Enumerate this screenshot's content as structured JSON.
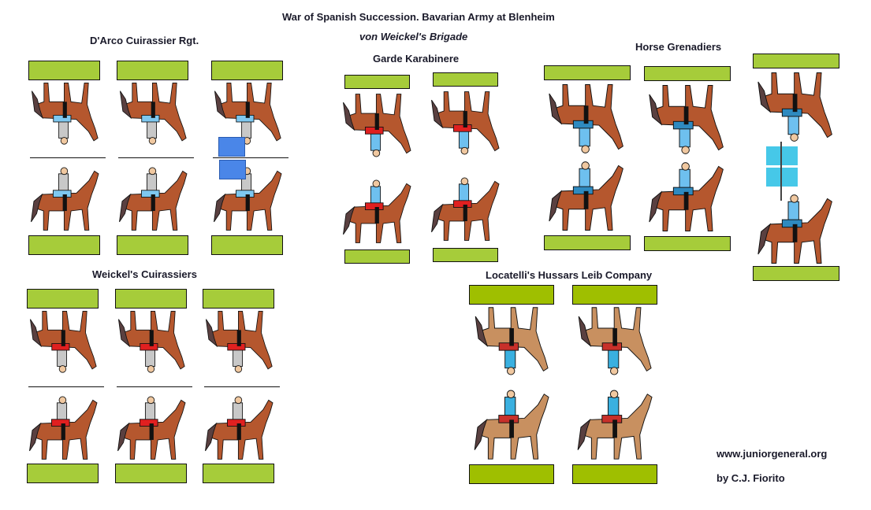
{
  "title": "War of Spanish Succession. Bavarian Army at Blenheim",
  "subtitle": "von Weickel's Brigade",
  "units": [
    {
      "name": "D'Arco Cuirassier Rgt.",
      "count": 3,
      "coat": "#c8c8c8",
      "facing": "#7ec8f0",
      "horse": "#b5572e"
    },
    {
      "name": "Garde Karabinere",
      "count": 2,
      "coat": "#6ec0ef",
      "facing": "#e02020",
      "horse": "#b5572e"
    },
    {
      "name": "Horse Grenadiers",
      "count": 3,
      "coat": "#6ec0ef",
      "facing": "#2e8ac0",
      "horse": "#b5572e"
    },
    {
      "name": "Weickel's Cuirassiers",
      "count": 3,
      "coat": "#c8c8c8",
      "facing": "#e02020",
      "horse": "#b5572e"
    },
    {
      "name": "Locatelli's Hussars Leib Company",
      "count": 2,
      "coat": "#3ab0e0",
      "facing": "#c8302a",
      "horse": "#c89060"
    }
  ],
  "footer": {
    "website": "www.juniorgeneral.org",
    "author": "by C.J. Fiorito"
  },
  "colors": {
    "base_green": "#a6cc3a",
    "hussar_base_green": "#9fbf00",
    "text": "#1a1a2a"
  }
}
